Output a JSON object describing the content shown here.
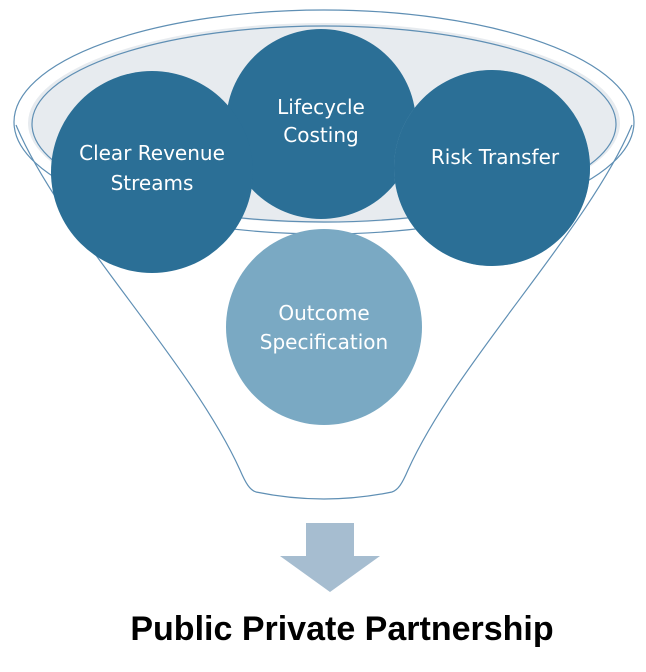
{
  "funnel": {
    "items": [
      {
        "line1": "Clear Revenue",
        "line2": "Streams"
      },
      {
        "line1": "Lifecycle",
        "line2": "Costing"
      },
      {
        "line1": "Risk Transfer",
        "line2": ""
      },
      {
        "line1": "Outcome",
        "line2": "Specification"
      }
    ]
  },
  "result": {
    "title": "Public Private Partnership"
  },
  "colors": {
    "funnel_outline": "#5f8fb4",
    "funnel_rim_fill": "#e7ebef",
    "circle_dark": "#2b6f96",
    "circle_light": "#7aa9c3",
    "arrow": "#a6bdd0",
    "text": "#000000"
  }
}
